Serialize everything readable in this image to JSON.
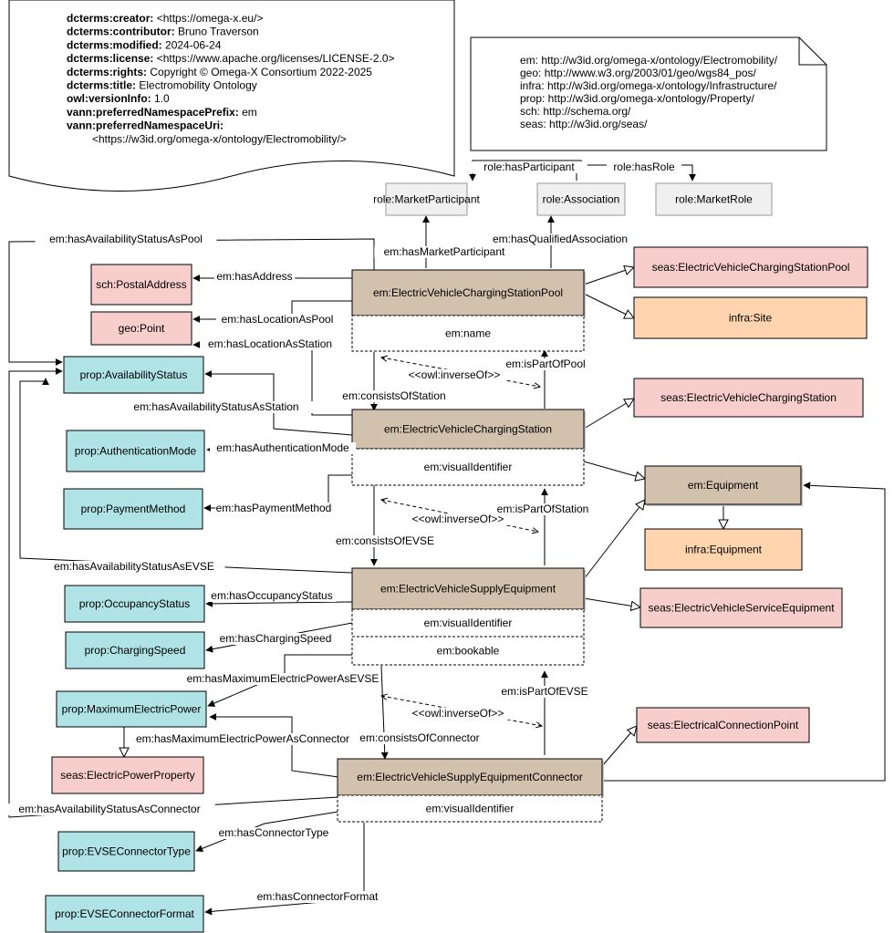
{
  "metadata": [
    {
      "key": "dcterms:creator:",
      "value": " <https://omega-x.eu/>"
    },
    {
      "key": "dcterms:contributor:",
      "value": " Bruno Traverson"
    },
    {
      "key": "dcterms:modified:",
      "value": " 2024-06-24"
    },
    {
      "key": "dcterms:license:",
      "value": " <https://www.apache.org/licenses/LICENSE-2.0>"
    },
    {
      "key": "dcterms:rights:",
      "value": " Copyright © Omega-X Consortium 2022-2025"
    },
    {
      "key": "dcterms:title:",
      "value": " Electromobility Ontology"
    },
    {
      "key": "owl:versionInfo:",
      "value": " 1.0"
    },
    {
      "key": "vann:preferredNamespacePrefix:",
      "value": " em"
    },
    {
      "key": "vann:preferredNamespaceUri:",
      "value": ""
    },
    {
      "key": "",
      "value": "<https://w3id.org/omega-x/ontology/Electromobility/>"
    }
  ],
  "namespaces": [
    "em: http://w3id.org/omega-x/ontology/Electromobility/",
    "geo: http://www.w3.org/2003/01/geo/wgs84_pos/",
    "infra: http://w3id.org/omega-x/ontology/Infrastructure/",
    "prop: http://w3id.org/omega-x/ontology/Property/",
    "sch: http://schema.org/",
    "seas: http://w3id.org/seas/"
  ],
  "colors": {
    "em": "#d1c1ad",
    "prop": "#b0e3e6",
    "ext": "#f8cecc",
    "infra": "#ffd5b0",
    "role": "#f0f0f0"
  },
  "classes": {
    "role_market_participant": "role:MarketParticipant",
    "role_association": "role:Association",
    "role_market_role": "role:MarketRole",
    "em_pool": "em:ElectricVehicleChargingStationPool",
    "em_station": "em:ElectricVehicleChargingStation",
    "em_evse": "em:ElectricVehicleSupplyEquipment",
    "em_connector": "em:ElectricVehicleSupplyEquipmentConnector",
    "em_equipment": "em:Equipment",
    "seas_pool": "seas:ElectricVehicleChargingStationPool",
    "infra_site": "infra:Site",
    "seas_station": "seas:ElectricVehicleChargingStation",
    "infra_equipment": "infra:Equipment",
    "seas_service_equipment": "seas:ElectricVehicleServiceEquipment",
    "seas_connection_point": "seas:ElectricalConnectionPoint",
    "sch_postal_address": "sch:PostalAddress",
    "geo_point": "geo:Point",
    "prop_availability_status": "prop:AvailabilityStatus",
    "prop_authentication_mode": "prop:AuthenticationMode",
    "prop_payment_method": "prop:PaymentMethod",
    "prop_occupancy_status": "prop:OccupancyStatus",
    "prop_charging_speed": "prop:ChargingSpeed",
    "prop_max_power": "prop:MaximumElectricPower",
    "seas_power_property": "seas:ElectricPowerProperty",
    "prop_connector_type": "prop:EVSEConnectorType",
    "prop_connector_format": "prop:EVSEConnectorFormat"
  },
  "attributes": {
    "pool_name": "em:name",
    "station_visual_identifier": "em:visualIdentifier",
    "evse_visual_identifier": "em:visualIdentifier",
    "evse_bookable": "em:bookable",
    "connector_visual_identifier": "em:visualIdentifier"
  },
  "relations": {
    "has_participant": "role:hasParticipant",
    "has_role": "role:hasRole",
    "has_market_participant": "em:hasMarketParticipant",
    "has_qualified_association": "em:hasQualifiedAssociation",
    "has_availability_status_as_pool": "em:hasAvailabilityStatusAsPool",
    "has_address": "em:hasAddress",
    "has_location_as_pool": "em:hasLocationAsPool",
    "has_location_as_station": "em:hasLocationAsStation",
    "inverse_of_1": "<<owl:inverseOf>>",
    "is_part_of_pool": "em:isPartOfPool",
    "consists_of_station": "em:consistsOfStation",
    "has_availability_status_as_station": "em:hasAvailabilityStatusAsStation",
    "has_authentication_mode": "em:hasAuthenticationMode",
    "has_payment_method": "em:hasPaymentMethod",
    "is_part_of_station": "em:isPartOfStation",
    "inverse_of_2": "<<owl:inverseOf>>",
    "consists_of_evse": "em:consistsOfEVSE",
    "has_availability_status_as_evse": "em:hasAvailabilityStatusAsEVSE",
    "has_occupancy_status": "em:hasOccupancyStatus",
    "has_charging_speed": "em:hasChargingSpeed",
    "has_max_power_as_evse": "em:hasMaximumElectricPowerAsEVSE",
    "is_part_of_evse": "em:isPartOfEVSE",
    "inverse_of_3": "<<owl:inverseOf>>",
    "has_max_power_as_connector": "em:hasMaximumElectricPowerAsConnector",
    "consists_of_connector": "em:consistsOfConnector",
    "has_availability_status_as_connector": "em:hasAvailabilityStatusAsConnector",
    "has_connector_type": "em:hasConnectorType",
    "has_connector_format": "em:hasConnectorFormat"
  }
}
